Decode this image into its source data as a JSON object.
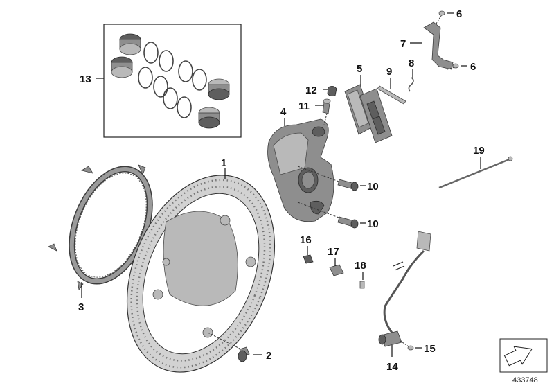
{
  "diagram": {
    "reference_number": "433748",
    "callouts": [
      {
        "id": "c1",
        "text": "1"
      },
      {
        "id": "c2",
        "text": "2"
      },
      {
        "id": "c3",
        "text": "3"
      },
      {
        "id": "c4",
        "text": "4"
      },
      {
        "id": "c5",
        "text": "5"
      },
      {
        "id": "c6a",
        "text": "6"
      },
      {
        "id": "c6b",
        "text": "6"
      },
      {
        "id": "c7",
        "text": "7"
      },
      {
        "id": "c8",
        "text": "8"
      },
      {
        "id": "c9",
        "text": "9"
      },
      {
        "id": "c10a",
        "text": "10"
      },
      {
        "id": "c10b",
        "text": "10"
      },
      {
        "id": "c11",
        "text": "11"
      },
      {
        "id": "c12",
        "text": "12"
      },
      {
        "id": "c13",
        "text": "13"
      },
      {
        "id": "c14",
        "text": "14"
      },
      {
        "id": "c15",
        "text": "15"
      },
      {
        "id": "c16",
        "text": "16"
      },
      {
        "id": "c17",
        "text": "17"
      },
      {
        "id": "c18",
        "text": "18"
      },
      {
        "id": "c19",
        "text": "19"
      }
    ]
  }
}
